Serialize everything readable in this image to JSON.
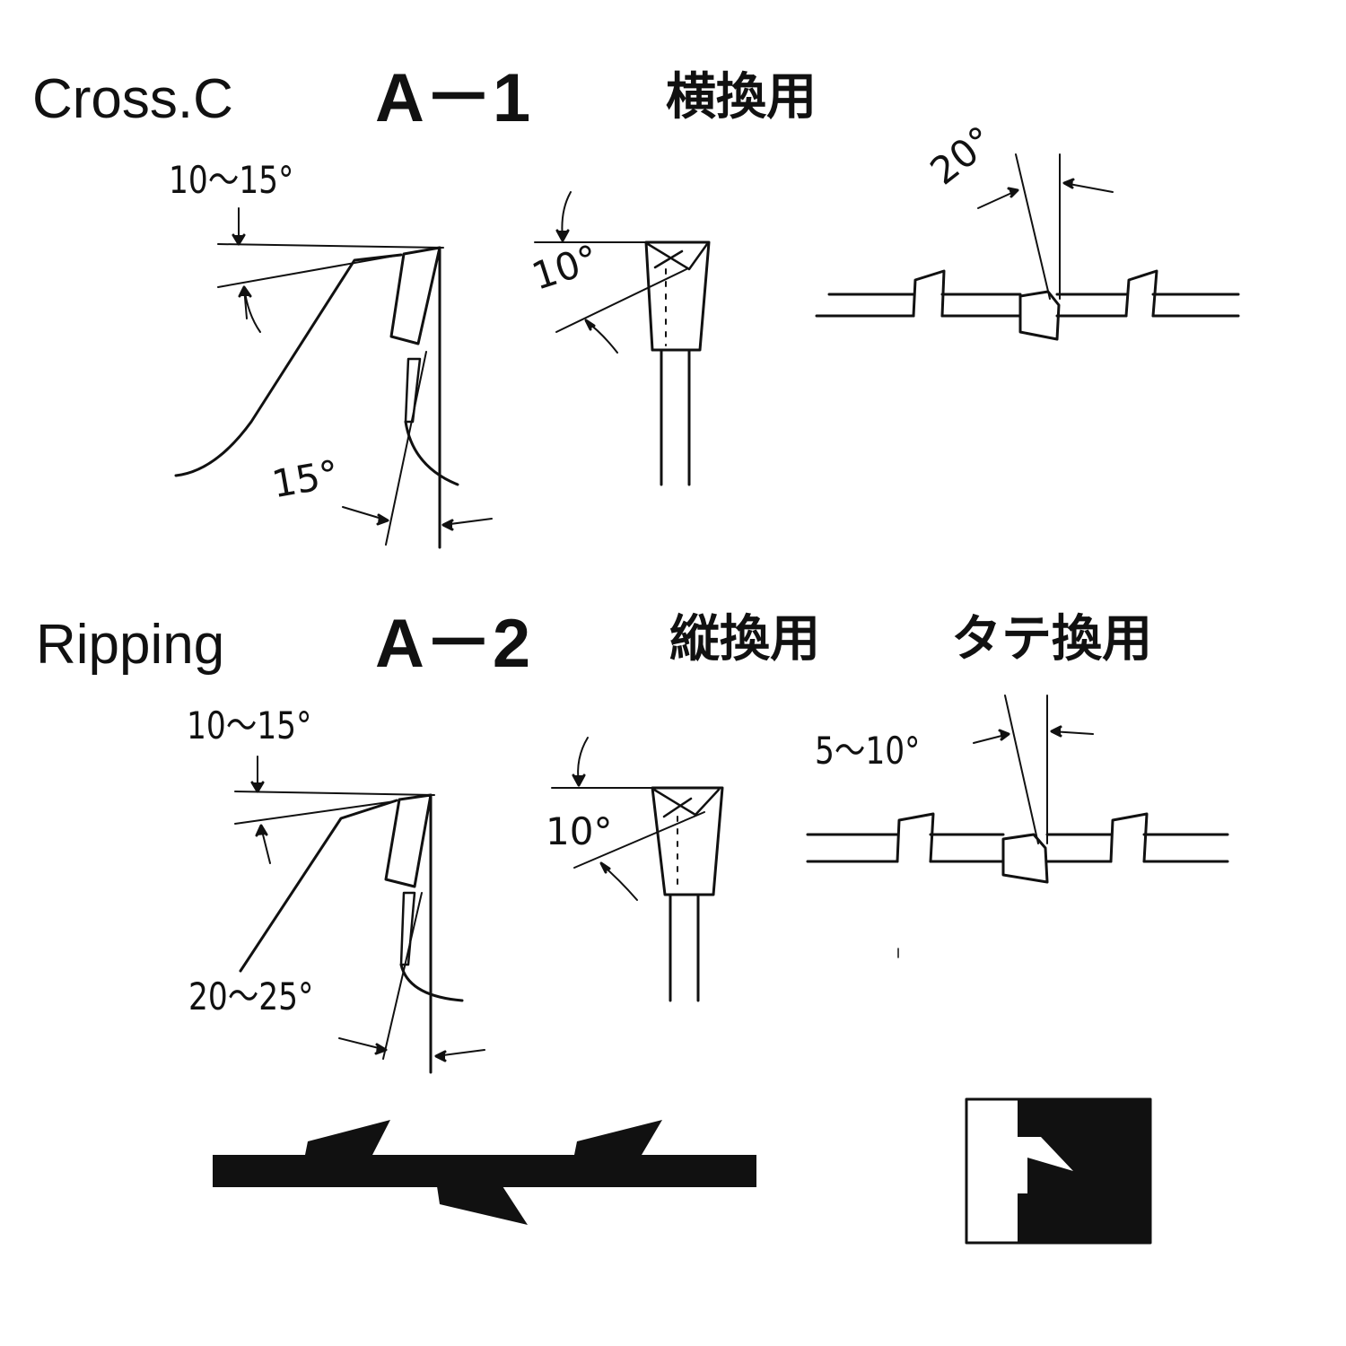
{
  "a1": {
    "english": "Cross.C",
    "code": "A－1",
    "japanese": "横換用",
    "angle_hook_top": "10～15°",
    "angle_top_bevel": "10°",
    "angle_clearance": "15°",
    "angle_side_bevel": "20°"
  },
  "a2": {
    "english": "Ripping",
    "code": "A－2",
    "japanese": "縦換用",
    "japanese_alt": "タテ換用",
    "angle_hook_top": "10～15°",
    "angle_top_bevel": "10°",
    "angle_clearance": "20～25°",
    "angle_side_bevel": "5～10°"
  },
  "colors": {
    "ink": "#111111",
    "paper": "#ffffff"
  }
}
